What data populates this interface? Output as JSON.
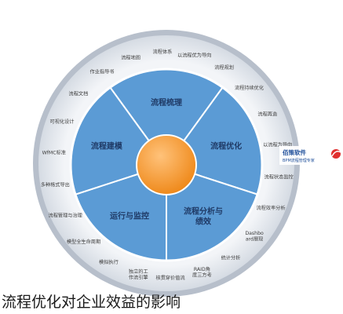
{
  "segments": [
    {
      "label": "流程梳理"
    },
    {
      "label": "流程优化"
    },
    {
      "label": "流程分析与绩效"
    },
    {
      "label": "运行与监控"
    },
    {
      "label": "流程建模"
    }
  ],
  "outer_labels": [
    "流程体系",
    "以流程优为导向",
    "流程规划",
    "流程持续优化",
    "流程再造",
    "以流程为导向",
    "流程状态监控",
    "流程效率分析",
    "Dashboard展现",
    "统计分析",
    "RAID角度三方考",
    "核贯穿价值流",
    "独立的工作流引擎",
    "模拟执行",
    "模型全生命周期",
    "流程管理与治理",
    "多种格式导出",
    "WfMC标准",
    "可视化设计",
    "流程文档",
    "作业指导书",
    "流程地图"
  ],
  "brand": {
    "name": "佰策软件",
    "sub": "BPM流程管理专家"
  },
  "caption": "流程优化对企业效益的影响",
  "colors": {
    "ring_outer": "#bfc6d1",
    "segment_fill": "#5b9bd5",
    "segment_stroke": "#ffffff",
    "center": "#f29633"
  }
}
